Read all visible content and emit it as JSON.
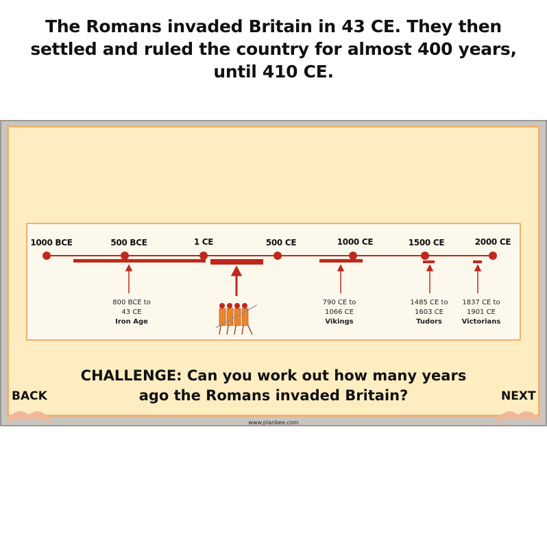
{
  "title": "The Romans invaded Britain in 43 CE. They then settled and ruled the country for almost 400 years, until 410 CE.",
  "timeline": {
    "ticks": [
      "1000 BCE",
      "500 BCE",
      "1 CE",
      "500 CE",
      "1000 CE",
      "1500 CE",
      "2000 CE"
    ],
    "periods": [
      {
        "range_line1": "800 BCE to",
        "range_line2": "43 CE",
        "name": "Iron Age"
      },
      {
        "range_line1": "790 CE to",
        "range_line2": "1066 CE",
        "name": "Vikings"
      },
      {
        "range_line1": "1485 CE to",
        "range_line2": "1603 CE",
        "name": "Tudors"
      },
      {
        "range_line1": "1837 CE to",
        "range_line2": "1901 CE",
        "name": "Victorians"
      }
    ],
    "color": "#c0281e"
  },
  "challenge": "CHALLENGE: Can you work out how many years ago the Romans invaded Britain?",
  "nav": {
    "back": "BACK",
    "next": "NEXT"
  },
  "footer": "www.planbee.com"
}
